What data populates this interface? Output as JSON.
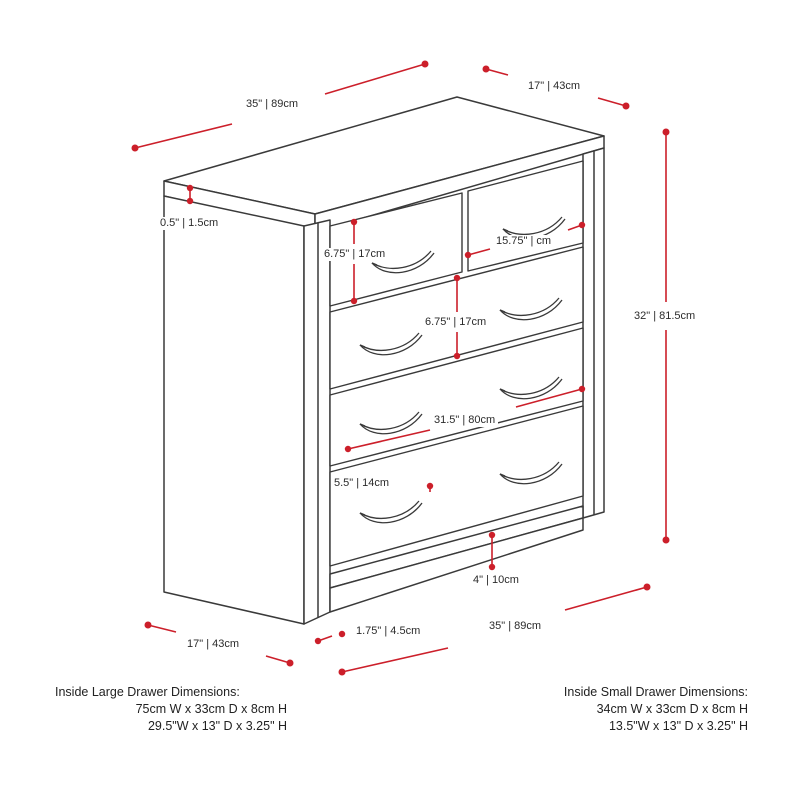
{
  "colors": {
    "line": "#3a3a3a",
    "dimension": "#cc1f2a",
    "background": "#ffffff"
  },
  "dimensions": {
    "top_width": "35\" | 89cm",
    "top_depth": "17\" | 43cm",
    "top_thickness": "0.5\" | 1.5cm",
    "total_height": "32\" | 81.5cm",
    "small_drawer_height": "6.75\" | 17cm",
    "small_drawer_width": "15.75\" | cm",
    "large_drawer_height": "6.75\" | 17cm",
    "large_drawer_width": "31.5\" | 80cm",
    "bottom_drawer_height": "5.5\" | 14cm",
    "base_height": "4\" | 10cm",
    "side_depth": "17\" | 43cm",
    "frame_width": "1.75\" | 4.5cm",
    "bottom_width": "35\" | 89cm"
  },
  "captions": {
    "large": {
      "title": "Inside Large Drawer Dimensions:",
      "metric": "75cm W x 33cm D x 8cm H",
      "imperial": "29.5\"W x 13\" D x 3.25\" H"
    },
    "small": {
      "title": "Inside Small Drawer Dimensions:",
      "metric": "34cm W x 33cm D x 8cm H",
      "imperial": "13.5\"W x 13\" D x 3.25\" H"
    }
  }
}
